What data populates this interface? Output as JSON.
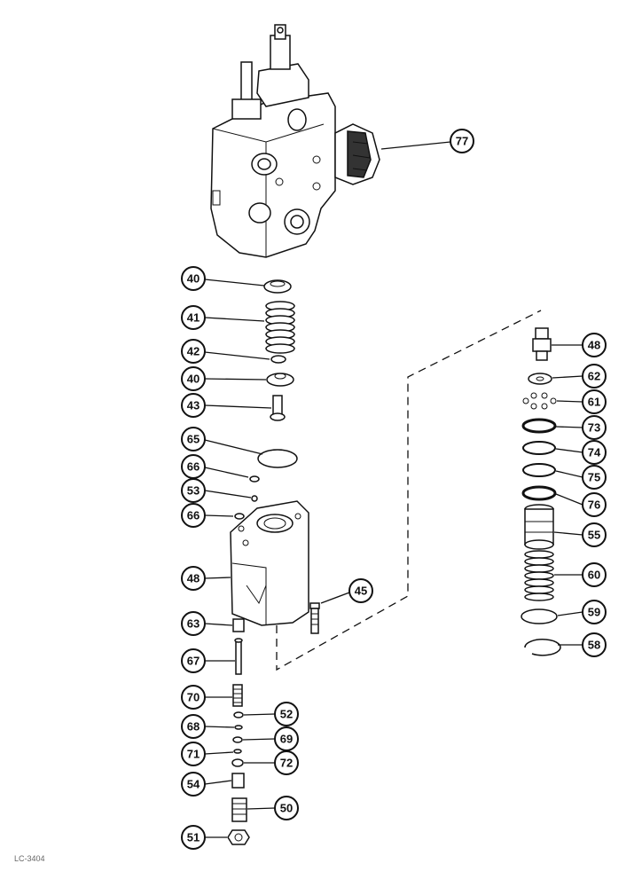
{
  "callouts": [
    {
      "id": "77",
      "label": "77"
    },
    {
      "id": "40a",
      "label": "40"
    },
    {
      "id": "41",
      "label": "41"
    },
    {
      "id": "42",
      "label": "42"
    },
    {
      "id": "40b",
      "label": "40"
    },
    {
      "id": "43",
      "label": "43"
    },
    {
      "id": "65",
      "label": "65"
    },
    {
      "id": "66a",
      "label": "66"
    },
    {
      "id": "53",
      "label": "53"
    },
    {
      "id": "66b",
      "label": "66"
    },
    {
      "id": "48a",
      "label": "48"
    },
    {
      "id": "45",
      "label": "45"
    },
    {
      "id": "63",
      "label": "63"
    },
    {
      "id": "67",
      "label": "67"
    },
    {
      "id": "70",
      "label": "70"
    },
    {
      "id": "52",
      "label": "52"
    },
    {
      "id": "68",
      "label": "68"
    },
    {
      "id": "69",
      "label": "69"
    },
    {
      "id": "71",
      "label": "71"
    },
    {
      "id": "72",
      "label": "72"
    },
    {
      "id": "54",
      "label": "54"
    },
    {
      "id": "50",
      "label": "50"
    },
    {
      "id": "51",
      "label": "51"
    },
    {
      "id": "48b",
      "label": "48"
    },
    {
      "id": "62",
      "label": "62"
    },
    {
      "id": "61",
      "label": "61"
    },
    {
      "id": "73",
      "label": "73"
    },
    {
      "id": "74",
      "label": "74"
    },
    {
      "id": "75",
      "label": "75"
    },
    {
      "id": "76",
      "label": "76"
    },
    {
      "id": "55",
      "label": "55"
    },
    {
      "id": "60",
      "label": "60"
    },
    {
      "id": "59",
      "label": "59"
    },
    {
      "id": "58",
      "label": "58"
    }
  ],
  "reference_code": "LC-3404"
}
